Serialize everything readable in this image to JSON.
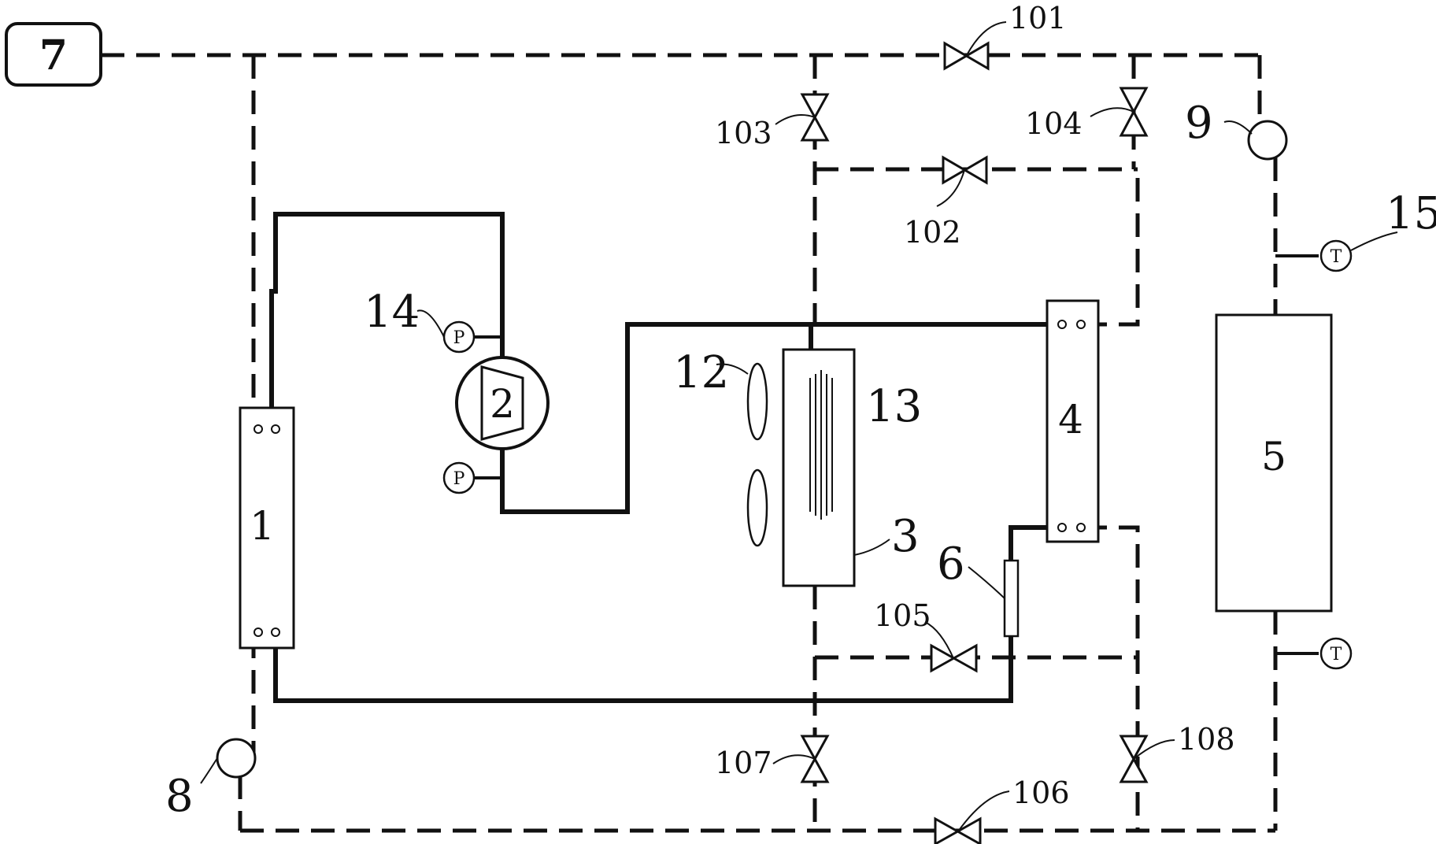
{
  "components": {
    "controller": "7",
    "heat_exchanger_1": "1",
    "compressor": "2",
    "condenser": "3",
    "heat_exchanger_4": "4",
    "load_5": "5",
    "throttle": "6",
    "pump_8": "8",
    "pump_9": "9",
    "fan": "12",
    "fins": "13",
    "pressure_sensor": "14",
    "temp_sensor": "15"
  },
  "valves": {
    "v101": "101",
    "v102": "102",
    "v103": "103",
    "v104": "104",
    "v105": "105",
    "v106": "106",
    "v107": "107",
    "v108": "108"
  },
  "gauges": {
    "pressure_symbol": "P",
    "temperature_symbol": "T"
  },
  "colors": {
    "line": "#111111"
  }
}
